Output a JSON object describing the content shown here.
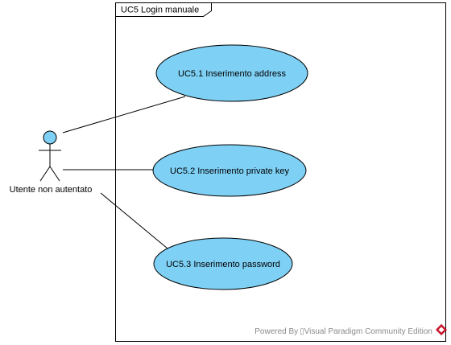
{
  "system": {
    "title": "UC5 Login manuale"
  },
  "actor": {
    "name": "Utente non autentato"
  },
  "use_cases": [
    {
      "id": "uc51",
      "label": "UC5.1 Inserimento address"
    },
    {
      "id": "uc52",
      "label": "UC5.2 Inserimento private key"
    },
    {
      "id": "uc53",
      "label": "UC5.3 Inserimento password"
    }
  ],
  "watermark": {
    "text": "Powered By ▯Visual Paradigm Community Edition"
  },
  "colors": {
    "use_case_fill": "#7ed0f5",
    "actor_head_fill": "#7ed0f5",
    "stroke": "#000000",
    "logo_red": "#c8192e"
  }
}
